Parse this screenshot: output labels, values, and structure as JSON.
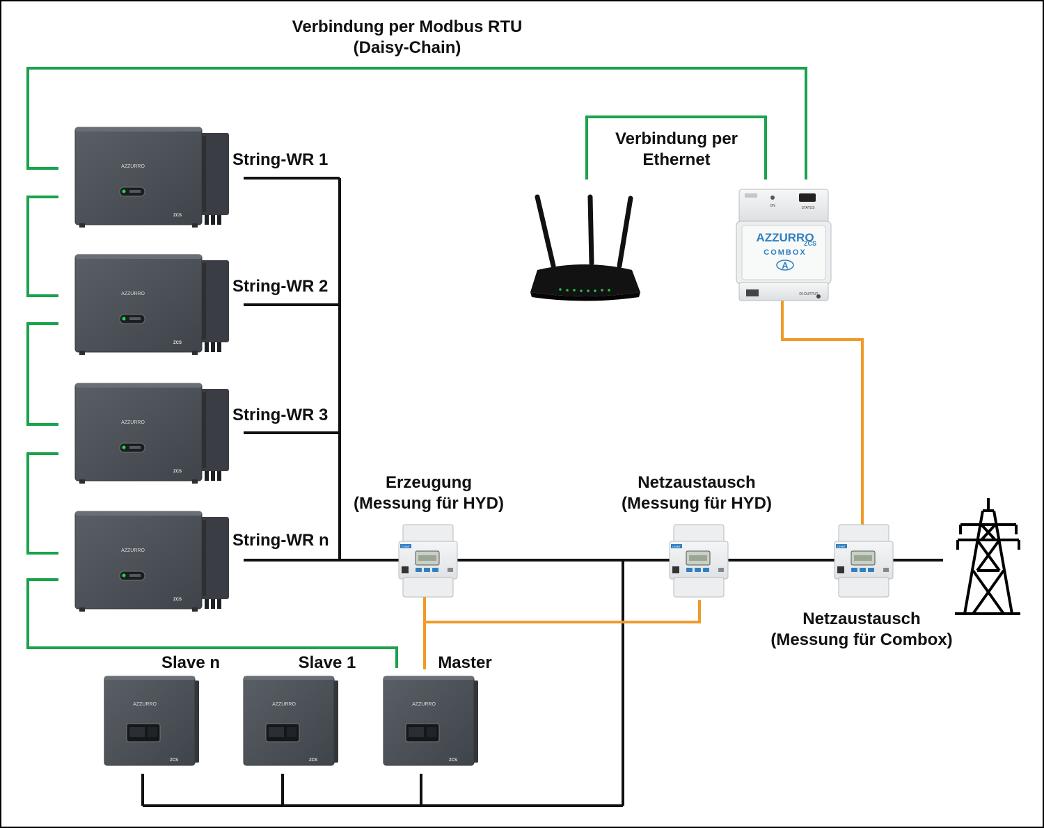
{
  "title": {
    "line1": "Verbindung per Modbus RTU",
    "line2": "(Daisy-Chain)"
  },
  "ethernet": {
    "line1": "Verbindung per",
    "line2": "Ethernet"
  },
  "string_inverters": [
    {
      "label": "String-WR 1",
      "brand": "AZZURRO",
      "badge": "ZCS"
    },
    {
      "label": "String-WR 2",
      "brand": "AZZURRO",
      "badge": "ZCS"
    },
    {
      "label": "String-WR 3",
      "brand": "AZZURRO",
      "badge": "ZCS"
    },
    {
      "label": "String-WR n",
      "brand": "AZZURRO",
      "badge": "ZCS"
    }
  ],
  "hybrid_inverters": [
    {
      "label": "Slave n",
      "brand": "AZZURRO",
      "badge": "ZCS"
    },
    {
      "label": "Slave 1",
      "brand": "AZZURRO",
      "badge": "ZCS"
    },
    {
      "label": "Master",
      "brand": "AZZURRO",
      "badge": "ZCS"
    }
  ],
  "meters": [
    {
      "line1": "Erzeugung",
      "line2": "(Messung für HYD)",
      "brand": "CHINT"
    },
    {
      "line1": "Netzaustausch",
      "line2": "(Messung für HYD)",
      "brand": "CHINT"
    },
    {
      "line1": "Netzaustausch",
      "line2": "(Messung für Combox)",
      "brand": "CHINT"
    }
  ],
  "combox": {
    "brand": "AZZURRO",
    "sub": "ZCS",
    "name": "COMBOX",
    "logo": "A",
    "on_label": "ON",
    "status_label": "STATUS",
    "output_label": "DI-OUTPUT"
  },
  "colors": {
    "modbus": "#1aa34a",
    "ac_line": "#111111",
    "meter_link": "#f09a2a",
    "inverter_body": "#4b5057",
    "frame": "#000000"
  },
  "icons": {
    "router": "router-icon",
    "pylon": "power-pylon-icon"
  }
}
